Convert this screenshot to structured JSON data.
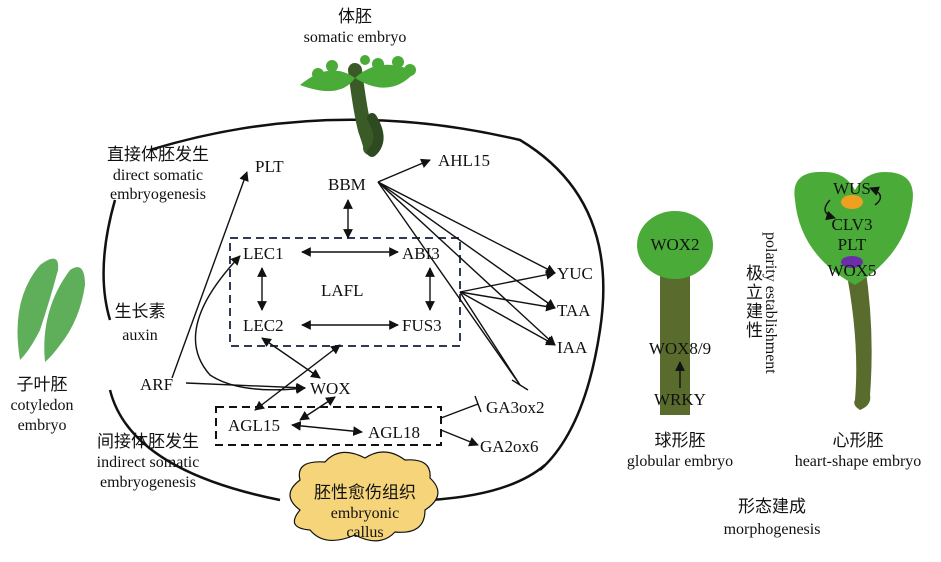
{
  "top": {
    "cn": "体胚",
    "en": "somatic embryo"
  },
  "direct": {
    "cn": "直接体胚发生",
    "en1": "direct somatic",
    "en2": "embryogenesis"
  },
  "auxin": {
    "cn": "生长素",
    "en": "auxin"
  },
  "cotyledon": {
    "cn": "子叶胚",
    "en1": "cotyledon",
    "en2": "embryo"
  },
  "indirect": {
    "cn": "间接体胚发生",
    "en1": "indirect somatic",
    "en2": "embryogenesis"
  },
  "callus": {
    "cn": "胚性愈伤组织",
    "en1": "embryonic",
    "en2": "callus"
  },
  "genes": {
    "plt": "PLT",
    "bbm": "BBM",
    "ahl15": "AHL15",
    "lec1": "LEC1",
    "abi3": "ABI3",
    "lafl": "LAFL",
    "lec2": "LEC2",
    "fus3": "FUS3",
    "yuc": "YUC",
    "taa": "TAA",
    "iaa": "IAA",
    "arf": "ARF",
    "wox": "WOX",
    "agl15": "AGL15",
    "agl18": "AGL18",
    "ga3ox2": "GA3ox2",
    "ga2ox6": "GA2ox6"
  },
  "globular": {
    "wox2": "WOX2",
    "wox89": "WOX8/9",
    "wrky": "WRKY",
    "cn": "球形胚",
    "en": "globular embryo"
  },
  "polarity": {
    "cn": "极立建性",
    "en": "polarity establishment"
  },
  "heart": {
    "wus": "WUS",
    "clv3": "CLV3",
    "plt": "PLT",
    "wox5": "WOX5",
    "cn": "心形胚",
    "en": "heart-shape embryo"
  },
  "morpho": {
    "cn": "形态建成",
    "en": "morphogenesis"
  },
  "colors": {
    "green": "#4aab38",
    "stem": "#5a6b2e",
    "callus": "#f6d57a",
    "orange": "#f0a020",
    "purple": "#6a2ea8",
    "box": "#2f3b55"
  }
}
